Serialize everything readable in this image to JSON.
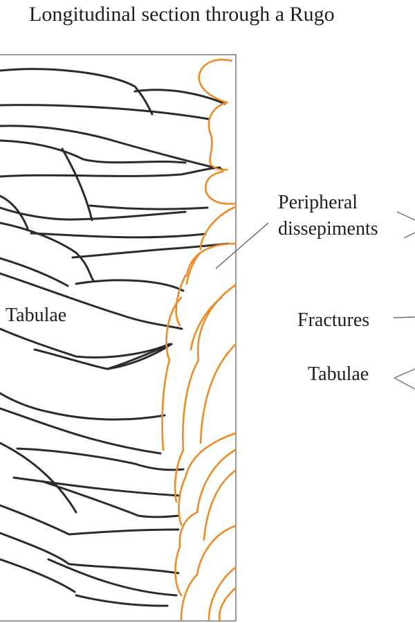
{
  "title": "Longitudinal section through a Rugo",
  "labels": {
    "peripheral_line1": "Peripheral",
    "peripheral_line2": "dissepiments",
    "fractures": "Fractures",
    "tabulae_right": "Tabulae",
    "tabulae_left": "Tabulae"
  },
  "colors": {
    "background": "#ffffff",
    "tabulae_stroke": "#2b2b2b",
    "dissepiment_stroke": "#f08a24",
    "frame_stroke": "#555555",
    "text": "#1e1e1e"
  }
}
